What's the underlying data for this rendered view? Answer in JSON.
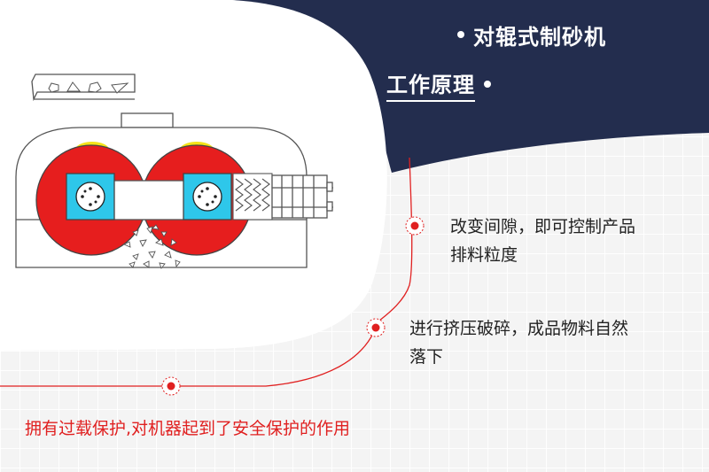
{
  "header": {
    "title": "对辊式制砂机",
    "subtitle": "工作原理"
  },
  "features": [
    {
      "line1": "改变间隙，即可控制产品",
      "line2": "排料粒度"
    },
    {
      "line1": "进行挤压破碎，成品物料自然",
      "line2": "落下"
    }
  ],
  "footer_note": "拥有过载保护,对机器起到了安全保护的作用",
  "colors": {
    "navy": "#232d4e",
    "accent_red": "#e02020",
    "roller_red": "#e61e1e",
    "hub_cyan": "#2ec7ea",
    "yellow": "#f4e31a"
  }
}
